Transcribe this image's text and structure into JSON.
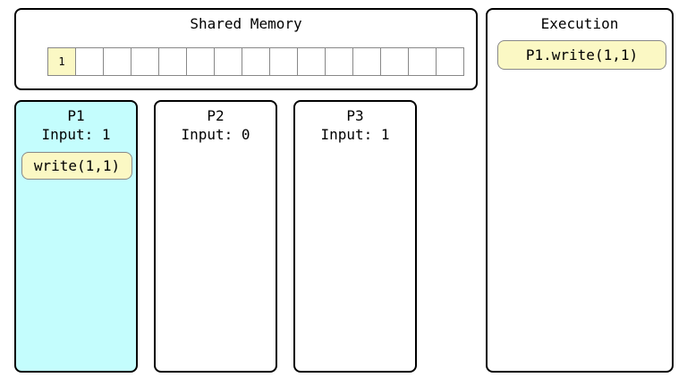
{
  "shared_memory": {
    "title": "Shared Memory",
    "cells": [
      "1",
      "",
      "",
      "",
      "",
      "",
      "",
      "",
      "",
      "",
      "",
      "",
      "",
      "",
      ""
    ]
  },
  "execution": {
    "title": "Execution",
    "operations": [
      "P1.write(1,1)"
    ]
  },
  "processes": [
    {
      "name": "P1",
      "input_label": "Input: 1",
      "operation": "write(1,1)",
      "active": true
    },
    {
      "name": "P2",
      "input_label": "Input: 0",
      "operation": "",
      "active": false
    },
    {
      "name": "P3",
      "input_label": "Input: 1",
      "operation": "",
      "active": false
    }
  ],
  "colors": {
    "active_process": "#c4fdfd",
    "operation_chip": "#fbf8c4",
    "filled_cell": "#fbf8c4"
  }
}
